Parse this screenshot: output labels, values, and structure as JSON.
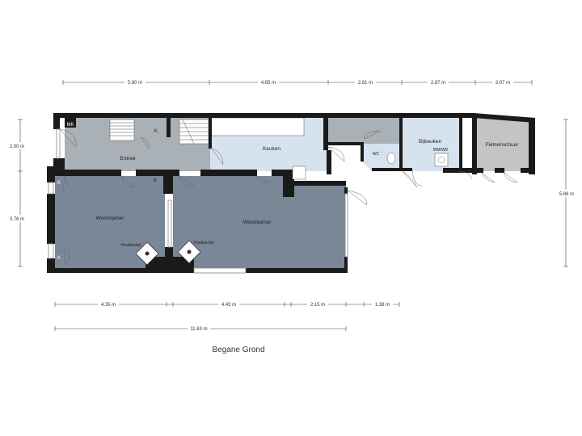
{
  "caption": "Begane Grond",
  "colors": {
    "wall": "#1a1a1a",
    "living": "#7a8796",
    "hall": "#a9b0b6",
    "kitchen": "#d6e2ee",
    "shed": "#c4c4c4",
    "dimension_line": "#333333"
  },
  "top_dimensions": [
    "5.80 m",
    "4.65 m",
    "2.81 m",
    "2.87 m",
    "2.07 m"
  ],
  "left_dimensions": [
    "2.00 m",
    "3.76 m"
  ],
  "right_dimension": "5.88 m",
  "bottom_dimensions": [
    "4.35 m",
    "4.43 m",
    "2.15 m",
    "1.38 m"
  ],
  "total_dimension": "11.63 m",
  "rooms": {
    "entree": "Entree",
    "keuken": "Keuken",
    "bijkeuken": "Bijkeuken",
    "wc": "WC",
    "wmwd": "WM/WD",
    "fietsenschuur": "Fietsenschuur",
    "woonkamer_left": "Woonkamer",
    "woonkamer_right": "Woonkamer"
  },
  "fixtures": {
    "mk": "MK",
    "k_label": "K",
    "houtkachel_left": "Houtkachel",
    "houtkachel_right": "Houtkachel"
  }
}
